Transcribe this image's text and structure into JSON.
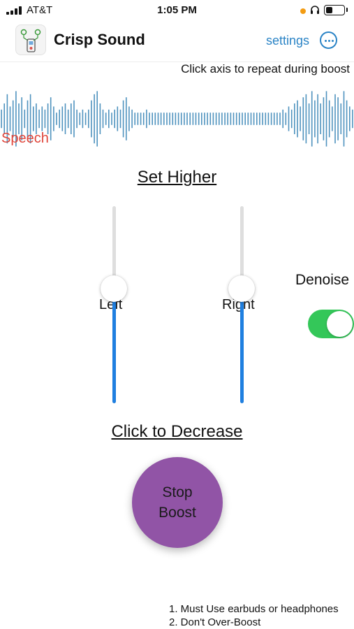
{
  "status_bar": {
    "carrier": "AT&T",
    "time": "1:05 PM",
    "battery_level": 0.4,
    "mic_dot_color": "#f39c12"
  },
  "header": {
    "title": "Crisp Sound",
    "settings_label": "settings",
    "more_icon": "ellipsis-circle-icon",
    "app_icon": "app-logo-icon"
  },
  "hint": "Click axis to repeat during boost",
  "waveform": {
    "label": "Speech",
    "label_color": "#e0453a",
    "color": "#4e92be",
    "amplitudes": [
      0.3,
      0.5,
      0.8,
      0.4,
      0.6,
      0.9,
      0.5,
      0.7,
      0.3,
      0.6,
      0.8,
      0.4,
      0.5,
      0.3,
      0.4,
      0.3,
      0.5,
      0.7,
      0.4,
      0.2,
      0.3,
      0.4,
      0.5,
      0.3,
      0.5,
      0.6,
      0.3,
      0.2,
      0.3,
      0.2,
      0.3,
      0.6,
      0.8,
      0.9,
      0.5,
      0.3,
      0.2,
      0.3,
      0.2,
      0.3,
      0.4,
      0.3,
      0.6,
      0.7,
      0.4,
      0.3,
      0.2,
      0.2,
      0.2,
      0.2,
      0.3,
      0.2,
      0.2,
      0.2,
      0.2,
      0.2,
      0.2,
      0.2,
      0.2,
      0.2,
      0.2,
      0.2,
      0.2,
      0.2,
      0.2,
      0.2,
      0.2,
      0.2,
      0.2,
      0.2,
      0.2,
      0.2,
      0.2,
      0.2,
      0.2,
      0.2,
      0.2,
      0.2,
      0.2,
      0.2,
      0.2,
      0.2,
      0.2,
      0.2,
      0.2,
      0.2,
      0.2,
      0.2,
      0.2,
      0.2,
      0.2,
      0.2,
      0.2,
      0.2,
      0.2,
      0.2,
      0.2,
      0.3,
      0.2,
      0.4,
      0.3,
      0.5,
      0.6,
      0.4,
      0.7,
      0.8,
      0.5,
      0.9,
      0.6,
      0.8,
      0.5,
      0.7,
      0.9,
      0.6,
      0.4,
      0.8,
      0.7,
      0.5,
      0.9,
      0.6,
      0.4,
      0.3
    ]
  },
  "set_higher_label": "Set Higher",
  "click_decrease_label": "Click to Decrease",
  "sliders": [
    {
      "name": "left",
      "label": "Left",
      "value": 0.58,
      "color": "#1f7fe0"
    },
    {
      "name": "right",
      "label": "Right",
      "value": 0.58,
      "color": "#1f7fe0"
    }
  ],
  "denoise": {
    "label": "Denoise",
    "on": true,
    "color": "#34c759"
  },
  "stop_button": {
    "line1": "Stop",
    "line2": "Boost",
    "color": "#9154a6"
  },
  "notes": [
    "1. Must Use earbuds or headphones",
    "2. Don't Over-Boost"
  ]
}
